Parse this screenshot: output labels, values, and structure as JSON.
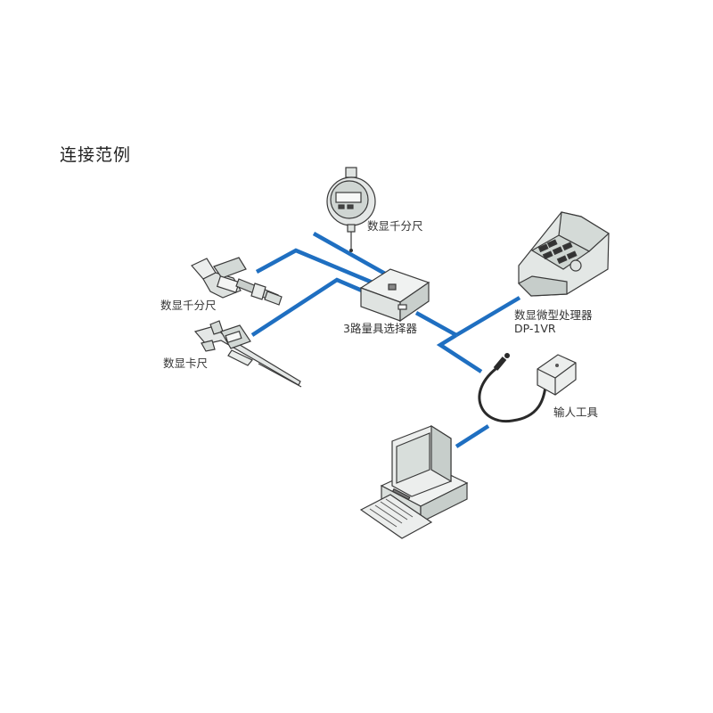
{
  "title": "连接范例",
  "devices": {
    "dial_indicator": "数显千分尺",
    "micrometer": "数显千分尺",
    "caliper": "数显卡尺",
    "selector": "3路量具选择器",
    "processor_line1": "数显微型处理器",
    "processor_line2": "DP-1VR",
    "input_tool": "输人工具"
  },
  "colors": {
    "connection": "#1f6fc1",
    "device_body": "#e8ebea",
    "device_shadow": "#c9cfcc",
    "outline": "#3a3a3a"
  }
}
